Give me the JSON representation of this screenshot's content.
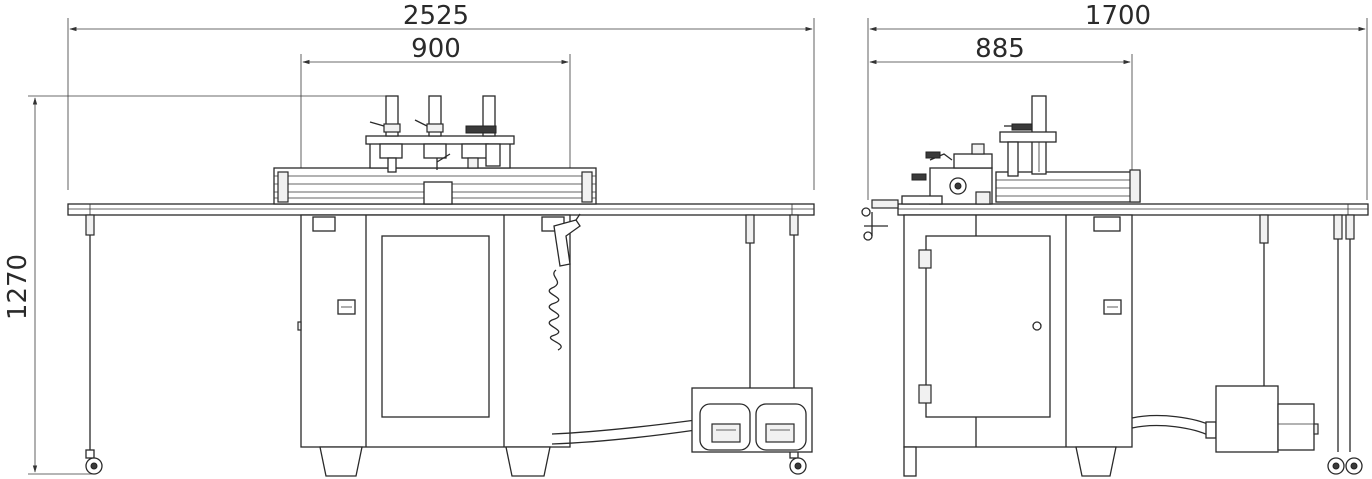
{
  "drawing": {
    "front_view": {
      "width_label": "2525",
      "working_width_label": "900",
      "height_label": "1270"
    },
    "side_view": {
      "depth_label": "1700",
      "working_depth_label": "885"
    }
  }
}
